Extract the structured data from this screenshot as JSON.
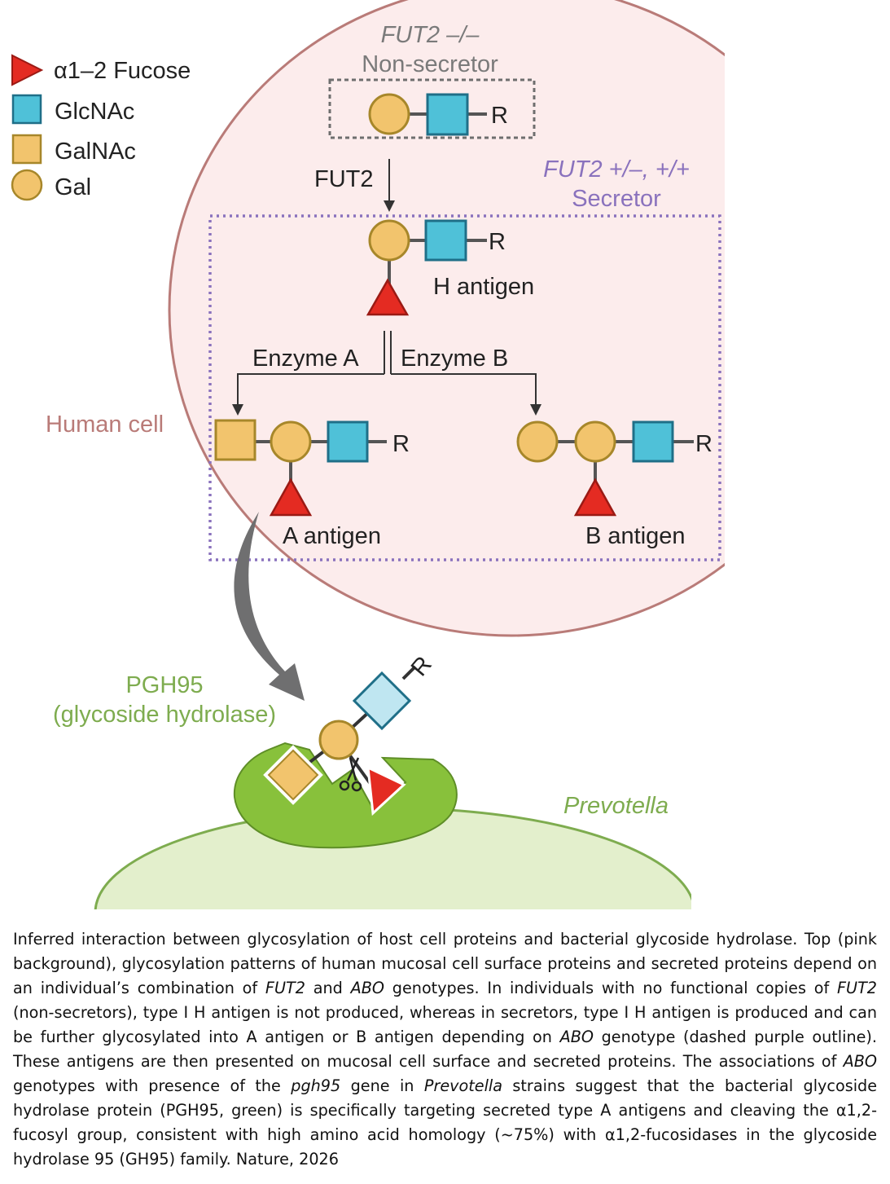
{
  "legend": {
    "fucose": "α1–2 Fucose",
    "glcnac": "GlcNAc",
    "galnac": "GalNAc",
    "gal": "Gal"
  },
  "nonsecretor": {
    "genotype": "FUT2 –/–",
    "label": "Non-secretor"
  },
  "secretor": {
    "genotype": "FUT2 +/–, +/+",
    "label": "Secretor"
  },
  "enzymes": {
    "fut2": "FUT2",
    "enzyme_a": "Enzyme A",
    "enzyme_b": "Enzyme B"
  },
  "antigens": {
    "h": "H antigen",
    "a": "A antigen",
    "b": "B antigen"
  },
  "residue": "R",
  "human_cell": "Human cell",
  "pgh95": {
    "name": "PGH95",
    "desc": "(glycoside hydrolase)"
  },
  "prevotella": "Prevotella",
  "caption": {
    "p1": "Inferred interaction between glycosylation of host cell proteins and bacterial glycoside hydrolase. Top (pink background), glycosylation patterns of human mucosal cell surface proteins and secreted proteins depend on an individual’s combination of ",
    "i1": "FUT2",
    "p2": " and ",
    "i2": "ABO",
    "p3": " genotypes. In individuals with no functional copies of ",
    "i3": "FUT2",
    "p4": " (non-secretors), type I H antigen is not produced, whereas in secretors, type I H antigen is produced and can be further glycosylated into A antigen or B antigen depending on ",
    "i4": "ABO",
    "p5": " genotype (dashed purple outline). These antigens are then presented on mucosal cell surface and secreted proteins. The associations of ",
    "i5": "ABO",
    "p6": " genotypes with presence of the ",
    "i6": "pgh95",
    "p7": " gene in ",
    "i7": "Prevotella",
    "p8": " strains suggest that the bacterial glycoside hydrolase protein (PGH95, green) is specifically targeting secreted type A antigens and cleaving the α1,2-fucosyl group, consistent with high amino acid homology (~75%) with α1,2-fucosidases in the glycoside hydrolase 95 (GH95) family. Nature, 2026"
  },
  "colors": {
    "gal": "#f2c46d",
    "gal_stroke": "#a7872a",
    "glcnac": "#4fc1d8",
    "glcnac_stroke": "#1f6f88",
    "fucose": "#e42b22",
    "fucose_stroke": "#9b1a14",
    "cell_fill": "#fcecec",
    "cell_stroke": "#b97b78",
    "purple": "#8a72bd",
    "green_text": "#7eac4f",
    "enzyme_green": "#88c13b",
    "bacteria_fill": "#e3efcc"
  }
}
